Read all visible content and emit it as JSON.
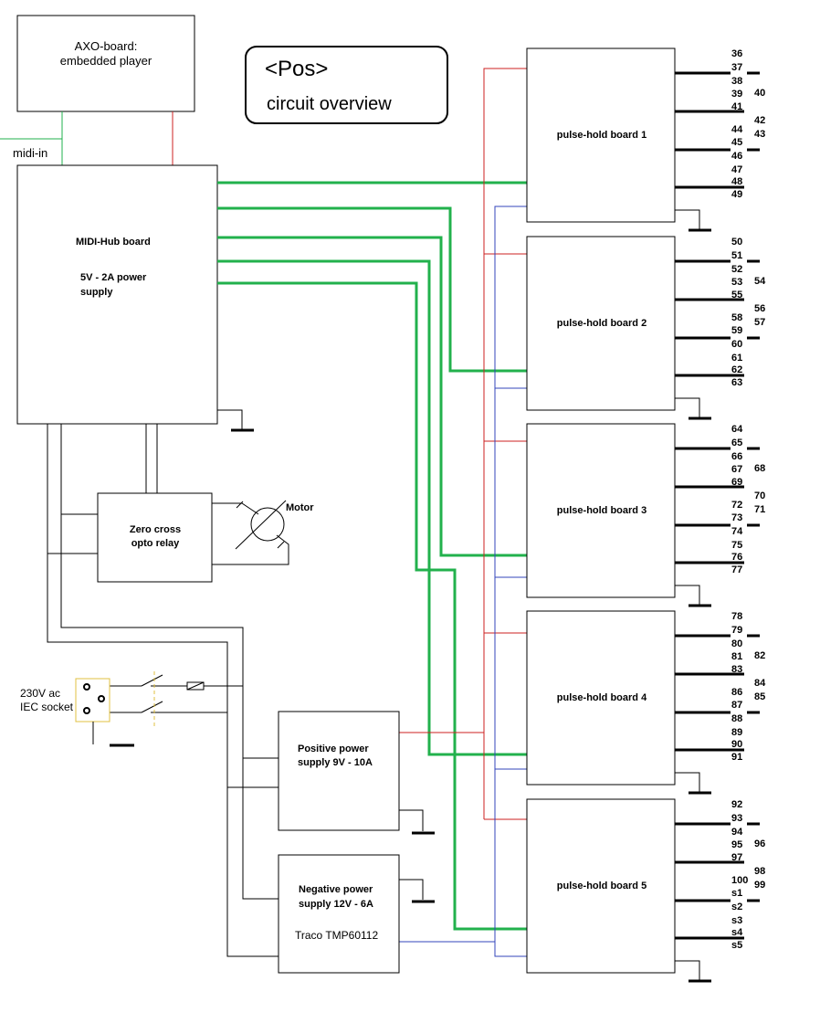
{
  "title_box": {
    "heading": "<Pos>",
    "subheading": "circuit overview"
  },
  "axo_board": {
    "line1": "AXO-board:",
    "line2": "embedded player"
  },
  "midi_in_label": "midi-in",
  "midi_hub": {
    "line1": "MIDI-Hub board",
    "line2": "5V - 2A power",
    "line3": "supply"
  },
  "zero_cross": {
    "line1": "Zero cross",
    "line2": "opto relay"
  },
  "motor_label": "Motor",
  "iec_socket": {
    "line1": "230V ac",
    "line2": "IEC socket"
  },
  "positive_psu": {
    "line1": "Positive power",
    "line2": "supply  9V - 10A"
  },
  "negative_psu": {
    "line1": "Negative power",
    "line2": "supply 12V - 6A",
    "line3": "Traco TMP60112"
  },
  "boards": [
    {
      "name": "pulse-hold board 1",
      "left_nums": [
        "36",
        "37",
        "38",
        "39",
        "41",
        "44",
        "45",
        "46",
        "47",
        "48",
        "49"
      ],
      "right_nums": [
        "40",
        "42",
        "43"
      ]
    },
    {
      "name": "pulse-hold board 2",
      "left_nums": [
        "50",
        "51",
        "52",
        "53",
        "55",
        "58",
        "59",
        "60",
        "61",
        "62",
        "63"
      ],
      "right_nums": [
        "54",
        "56",
        "57"
      ]
    },
    {
      "name": "pulse-hold board 3",
      "left_nums": [
        "64",
        "65",
        "66",
        "67",
        "69",
        "72",
        "73",
        "74",
        "75",
        "76",
        "77"
      ],
      "right_nums": [
        "68",
        "70",
        "71"
      ]
    },
    {
      "name": "pulse-hold board 4",
      "left_nums": [
        "78",
        "79",
        "80",
        "81",
        "83",
        "86",
        "87",
        "88",
        "89",
        "90",
        "91"
      ],
      "right_nums": [
        "82",
        "84",
        "85"
      ]
    },
    {
      "name": "pulse-hold board 5",
      "left_nums": [
        "92",
        "93",
        "94",
        "95",
        "97",
        "100",
        "s1",
        "s2",
        "s3",
        "s4",
        "s5"
      ],
      "right_nums": [
        "96",
        "98",
        "99"
      ]
    }
  ],
  "colors": {
    "midi_green": "#22b14c",
    "power_red": "#cc2222",
    "negative_blue": "#3344bb",
    "socket_yellow": "#e0c040"
  }
}
